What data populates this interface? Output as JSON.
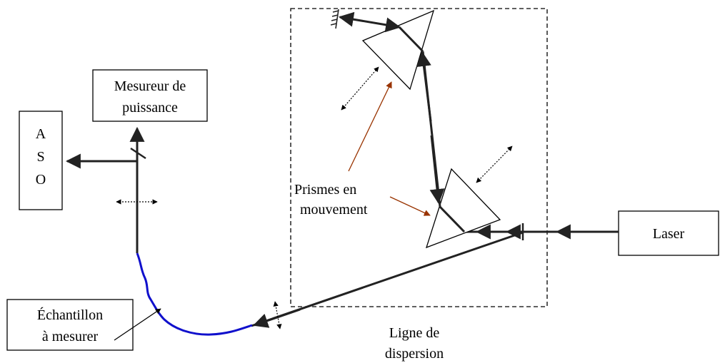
{
  "diagram": {
    "boxes": {
      "aso": [
        "A",
        "S",
        "O"
      ],
      "power_meter": [
        "Mesureur de",
        "puissance"
      ],
      "sample": [
        "Échantillon",
        "à mesurer"
      ],
      "laser": "Laser"
    },
    "annotations": {
      "moving_prisms": [
        "Prismes en",
        "mouvement"
      ],
      "dispersion_line": [
        "Ligne de",
        "dispersion"
      ]
    },
    "colors": {
      "beam": "#222222",
      "fiber": "#1010cc",
      "pointer": "#993300",
      "outline": "#000000"
    }
  }
}
